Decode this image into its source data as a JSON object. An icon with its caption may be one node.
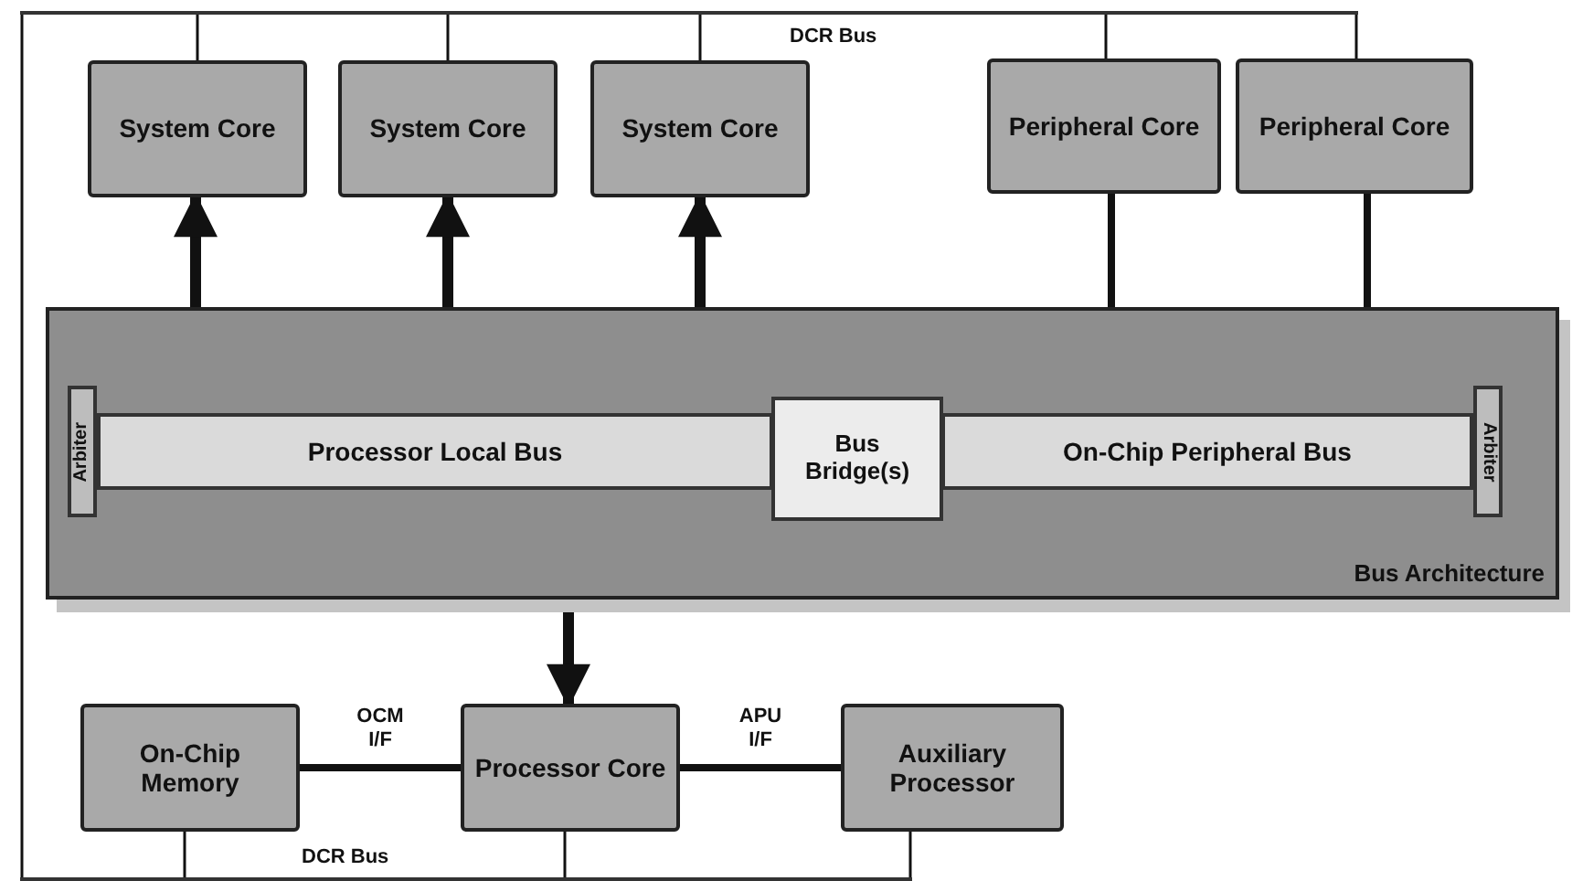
{
  "diagram": {
    "nodes": [
      {
        "text": [
          "System Core"
        ]
      },
      {
        "text": [
          "System Core"
        ]
      },
      {
        "text": [
          "System Core"
        ]
      },
      {
        "text": [
          "Peripheral Core"
        ]
      },
      {
        "text": [
          "Peripheral Core"
        ]
      },
      {
        "text": [
          "Bus Architecture"
        ]
      },
      {
        "text": [
          "Arbiter"
        ],
        "in": 5
      },
      {
        "text": [
          "Processor Local Bus"
        ],
        "in": 5
      },
      {
        "text": [
          "Bus Bridge(s)"
        ],
        "in": 5
      },
      {
        "text": [
          "On-Chip Peripheral Bus"
        ],
        "in": 5
      },
      {
        "text": [
          "Arbiter"
        ],
        "in": 5
      },
      {
        "text": [
          "On-Chip Memory"
        ]
      },
      {
        "text": [
          "Processor Core"
        ]
      },
      {
        "text": [
          "Auxiliary Processor"
        ]
      },
      {
        "text": [],
        "shape": "bar"
      },
      {
        "text": [],
        "shape": "bar"
      }
    ],
    "edges": [
      {
        "from": 0,
        "to": 7,
        "arrow": "both",
        "style": "thick"
      },
      {
        "from": 1,
        "to": 7,
        "arrow": "both",
        "style": "thick"
      },
      {
        "from": 2,
        "to": 7,
        "arrow": "both",
        "style": "thick"
      },
      {
        "from": 3,
        "to": 9,
        "arrow": "none",
        "style": "thick"
      },
      {
        "from": 4,
        "to": 9,
        "arrow": "none",
        "style": "thick"
      },
      {
        "from": 7,
        "to": 12,
        "arrow": "both",
        "style": "thick"
      },
      {
        "from": 11,
        "to": 12,
        "arrow": "none",
        "label": "OCM I/F",
        "style": "thick"
      },
      {
        "from": 12,
        "to": 13,
        "arrow": "none",
        "label": "APU I/F",
        "style": "thick"
      },
      {
        "from": 0,
        "to": 14,
        "arrow": "none"
      },
      {
        "from": 1,
        "to": 14,
        "arrow": "none"
      },
      {
        "from": 2,
        "to": 14,
        "arrow": "none"
      },
      {
        "from": 3,
        "to": 14,
        "arrow": "none"
      },
      {
        "from": 4,
        "to": 14,
        "arrow": "none"
      },
      {
        "from": 11,
        "to": 15,
        "arrow": "none"
      },
      {
        "from": 12,
        "to": 15,
        "arrow": "none"
      },
      {
        "from": 13,
        "to": 15,
        "arrow": "none"
      },
      {
        "from": 14,
        "to": 15,
        "arrow": "none"
      }
    ],
    "labels": [
      "DCR Bus",
      "DCR Bus"
    ]
  }
}
